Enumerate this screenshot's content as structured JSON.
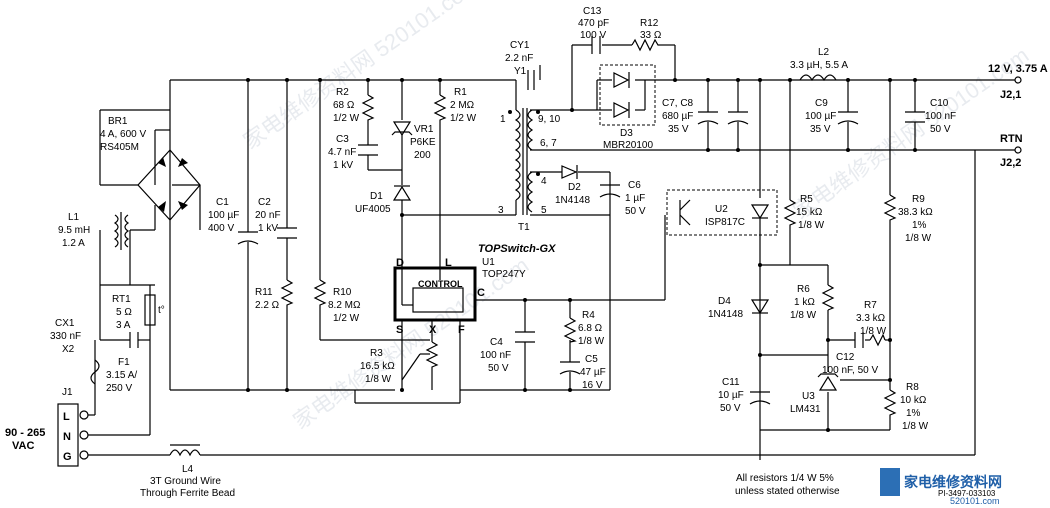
{
  "outputs": {
    "v12": "12 V, 3.75 A",
    "j21": "J2,1",
    "rtn": "RTN",
    "j22": "J2,2"
  },
  "input": {
    "range": "90 - 265",
    "vac": "VAC",
    "l": "L",
    "n": "N",
    "g": "G",
    "j1": "J1"
  },
  "components": {
    "br1": [
      "BR1",
      "4 A, 600 V",
      "RS405M"
    ],
    "l1": [
      "L1",
      "9.5 mH",
      "1.2 A"
    ],
    "rt1": [
      "RT1",
      "5 Ω",
      "3 A"
    ],
    "t_deg": "t°",
    "cx1": [
      "CX1",
      "330 nF",
      "X2"
    ],
    "f1": [
      "F1",
      "3.15 A/",
      "250 V"
    ],
    "c1": [
      "C1",
      "100 µF",
      "400 V"
    ],
    "c2": [
      "C2",
      "20 nF",
      "1 kV"
    ],
    "r11": [
      "R11",
      "2.2 Ω"
    ],
    "r2": [
      "R2",
      "68 Ω",
      "1/2 W"
    ],
    "c3": [
      "C3",
      "4.7 nF",
      "1 kV"
    ],
    "vr1": [
      "VR1",
      "P6KE",
      "200"
    ],
    "d1": [
      "D1",
      "UF4005"
    ],
    "r1": [
      "R1",
      "2 MΩ",
      "1/2 W"
    ],
    "r10": [
      "R10",
      "8.2 MΩ",
      "1/2 W"
    ],
    "u1": [
      "TOPSwitch-GX",
      "U1",
      "TOP247Y"
    ],
    "u1pins": {
      "d": "D",
      "l": "L",
      "c": "C",
      "s": "S",
      "x": "X",
      "f": "F",
      "control": "CONTROL"
    },
    "r3": [
      "R3",
      "16.5 kΩ",
      "1/8 W"
    ],
    "c4": [
      "C4",
      "100 nF",
      "50 V"
    ],
    "r4": [
      "R4",
      "6.8 Ω",
      "1/8 W"
    ],
    "c5": [
      "C5",
      "47 µF",
      "16 V"
    ],
    "cy1": [
      "CY1",
      "2.2 nF",
      "Y1"
    ],
    "t1": "T1",
    "pins": [
      "1",
      "3",
      "9, 10",
      "6, 7",
      "4",
      "5"
    ],
    "d2": [
      "D2",
      "1N4148"
    ],
    "c6": [
      "C6",
      "1 µF",
      "50 V"
    ],
    "c13": [
      "C13",
      "470 pF",
      "100 V"
    ],
    "r12": [
      "R12",
      "33 Ω"
    ],
    "d3": [
      "D3",
      "MBR20100"
    ],
    "c7": [
      "C7, C8",
      "680 µF",
      "35 V"
    ],
    "l2": [
      "L2",
      "3.3 µH, 5.5 A"
    ],
    "c9": [
      "C9",
      "100 µF",
      "35 V"
    ],
    "c10": [
      "C10",
      "100 nF",
      "50 V"
    ],
    "u2": [
      "U2",
      "ISP817C"
    ],
    "r5": [
      "R5",
      "15 kΩ",
      "1/8 W"
    ],
    "r9": [
      "R9",
      "38.3 kΩ",
      "1%",
      "1/8 W"
    ],
    "d4": [
      "D4",
      "1N4148"
    ],
    "r6": [
      "R6",
      "1 kΩ",
      "1/8 W"
    ],
    "r7": [
      "R7",
      "3.3 kΩ",
      "1/8 W"
    ],
    "c12": [
      "C12",
      "100 nF, 50 V"
    ],
    "c11": [
      "C11",
      "10 µF",
      "50 V"
    ],
    "u3": [
      "U3",
      "LM431"
    ],
    "r8": [
      "R8",
      "10 kΩ",
      "1%",
      "1/8 W"
    ],
    "l4": [
      "L4",
      "3T Ground Wire",
      "Through Ferrite Bead"
    ]
  },
  "notes": {
    "resistors": "All resistors 1/4 W 5%",
    "unless": "unless stated otherwise",
    "pi": "PI-3497-033103"
  },
  "logo": {
    "text": "家电维修资料网",
    "url": "520101.com"
  },
  "watermark": "家电维修资料网 520101.com"
}
